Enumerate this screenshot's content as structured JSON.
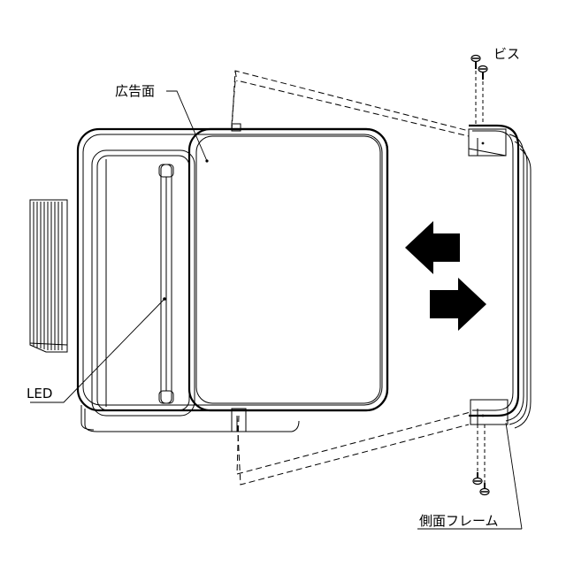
{
  "labels": {
    "ad_face": "広告面",
    "screw": "ビス",
    "led": "LED",
    "side_frame": "側面フレーム"
  },
  "colors": {
    "line": "#000000",
    "background": "#ffffff"
  },
  "icons": {
    "arrow_left": "arrow-left-icon",
    "arrow_right": "arrow-right-icon",
    "screw": "screw-icon"
  }
}
